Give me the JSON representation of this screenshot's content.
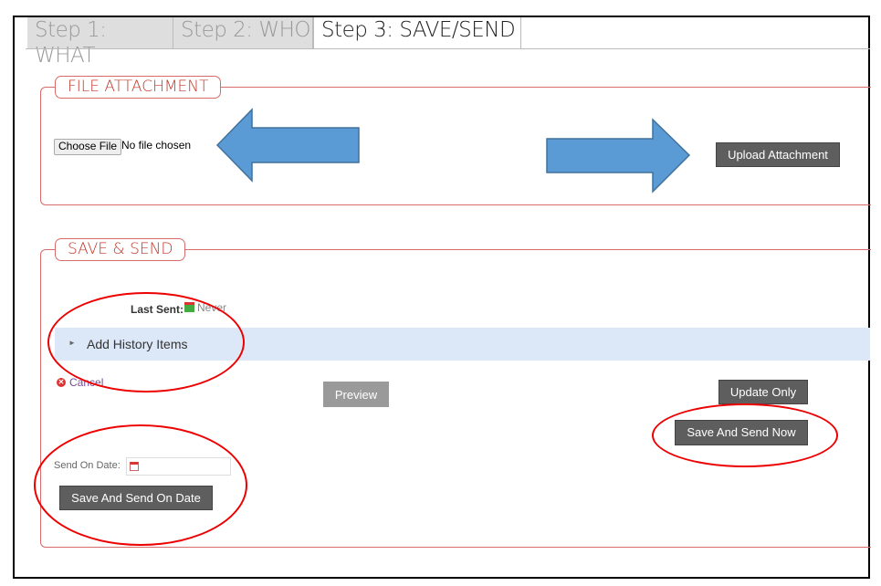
{
  "tabs": [
    {
      "label": "Step 1: WHAT"
    },
    {
      "label": "Step 2: WHO"
    },
    {
      "label": "Step 3: SAVE/SEND"
    }
  ],
  "file_attachment": {
    "legend": "FILE ATTACHMENT",
    "choose_file": "Choose File",
    "no_file": "No file chosen",
    "upload": "Upload Attachment"
  },
  "save_send": {
    "legend": "SAVE & SEND",
    "last_sent_label": "Last Sent:",
    "last_sent_value": "Never",
    "history": "Add History Items",
    "cancel": "Cancel",
    "preview": "Preview",
    "update_only": "Update Only",
    "send_now": "Save And Send Now",
    "send_on_date_label": "Send On Date:",
    "send_on_date_value": "",
    "send_on_date_button": "Save And Send On Date"
  },
  "colors": {
    "accent": "#c0392b",
    "arrow": "#5b9bd5",
    "annotation": "#e00000",
    "history_bar": "#dce8f8"
  }
}
